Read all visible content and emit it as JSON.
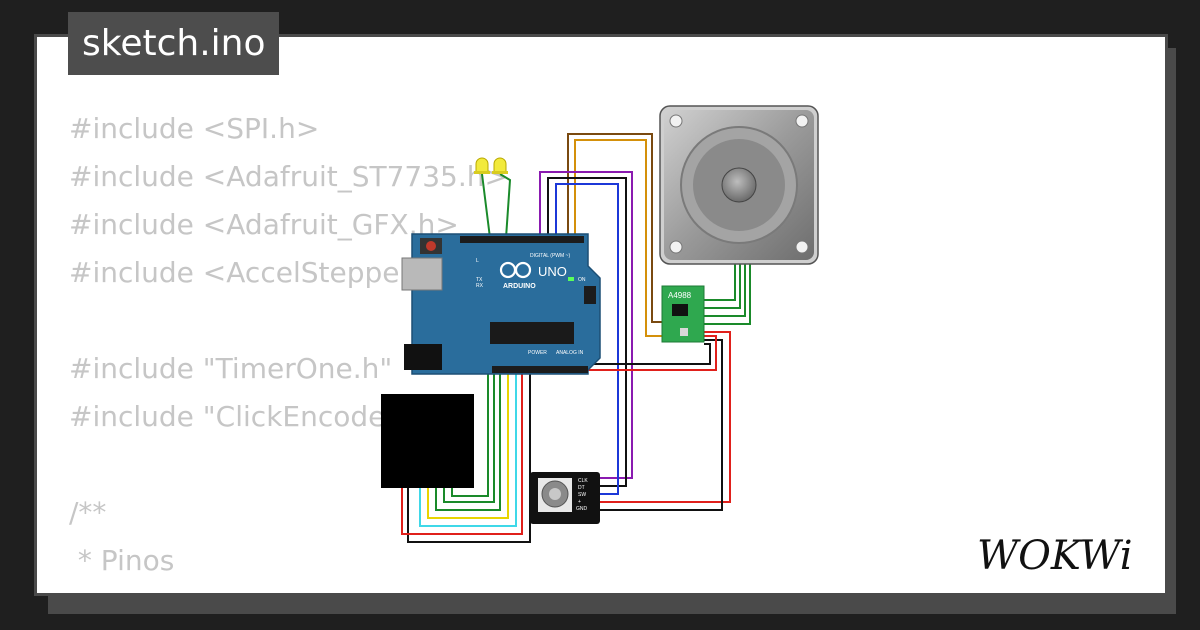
{
  "tab": {
    "title": "sketch.ino"
  },
  "code_lines": [
    "#include <SPI.h>",
    "#include <Adafruit_ST7735.h>",
    "#include <Adafruit_GFX.h>",
    "#include <AccelStepper.h>",
    "",
    "#include \"TimerOne.h\"",
    "#include \"ClickEncoder.h\"",
    "",
    "/**",
    " * Pinos",
    " */"
  ],
  "board": {
    "model": "UNO",
    "brand": "ARDUINO",
    "digital_label": "DIGITAL (PWM ~)",
    "power_label": "POWER",
    "analog_label": "ANALOG IN",
    "on_label": "ON",
    "tx_label": "TX",
    "rx_label": "RX",
    "l_label": "L"
  },
  "driver": {
    "label": "A4988"
  },
  "encoder": {
    "pins": [
      "CLK",
      "DT",
      "SW",
      "+",
      "GND"
    ]
  },
  "logo": {
    "text": "WOKWi"
  },
  "colors": {
    "background": "#1f1f1f",
    "card": "#ffffff",
    "frame": "#4a4a4a",
    "code_text": "#c6c6c6",
    "arduino_blue": "#2a6d9c",
    "driver_green": "#2fa84f",
    "led_yellow": "#f2ea3c",
    "wire_red": "#e0201b",
    "wire_black": "#111111",
    "wire_green": "#1a8a2a",
    "wire_blue": "#1c38d8",
    "wire_purple": "#8a1ab0",
    "wire_orange": "#d4900a",
    "wire_brown": "#7a4a10",
    "wire_cyan": "#3fd8e8",
    "wire_yellow": "#e8d400"
  }
}
